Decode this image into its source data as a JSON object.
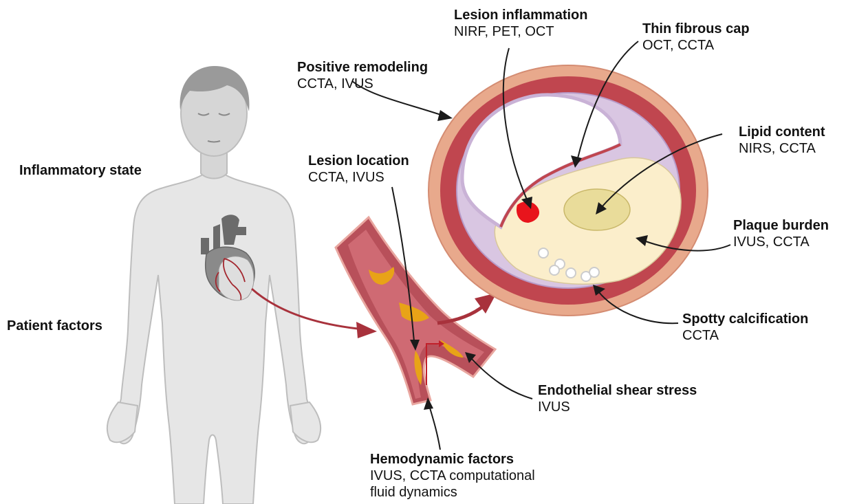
{
  "labels": {
    "lesion_inflammation": {
      "title": "Lesion inflammation",
      "methods": "NIRF, PET, OCT"
    },
    "thin_fibrous_cap": {
      "title": "Thin fibrous cap",
      "methods": "OCT, CCTA"
    },
    "positive_remodeling": {
      "title": "Positive remodeling",
      "methods": "CCTA, IVUS"
    },
    "lipid_content": {
      "title": "Lipid content",
      "methods": "NIRS, CCTA"
    },
    "inflammatory_state": {
      "title": "Inflammatory state"
    },
    "lesion_location": {
      "title": "Lesion location",
      "methods": "CCTA, IVUS"
    },
    "plaque_burden": {
      "title": "Plaque burden",
      "methods": "IVUS, CCTA"
    },
    "patient_factors": {
      "title": "Patient factors"
    },
    "spotty_calcification": {
      "title": "Spotty calcification",
      "methods": "CCTA"
    },
    "endothelial_shear_stress": {
      "title": "Endothelial shear stress",
      "methods": "IVUS"
    },
    "hemodynamic_factors": {
      "title": "Hemodynamic factors",
      "methods_line1": "IVUS, CCTA computational",
      "methods_line2": "fluid dynamics"
    }
  },
  "colors": {
    "body_fill": "#e6e6e6",
    "body_stroke": "#b9b9b9",
    "head_fill": "#d2d2d2",
    "hair": "#9a9a9a",
    "adventitia": "#e8a98c",
    "media": "#c0464f",
    "intima": "#c9b2d6",
    "lumen": "#ffffff",
    "lipid_core": "#fbeecb",
    "necrotic_core": "#e9dc9a",
    "inflammation": "#e8141c",
    "vessel_wall": "#b8505a",
    "plaque_yellow": "#e8a317",
    "arrow_dark": "#1a1a1a",
    "arrow_red": "#a8323c"
  }
}
